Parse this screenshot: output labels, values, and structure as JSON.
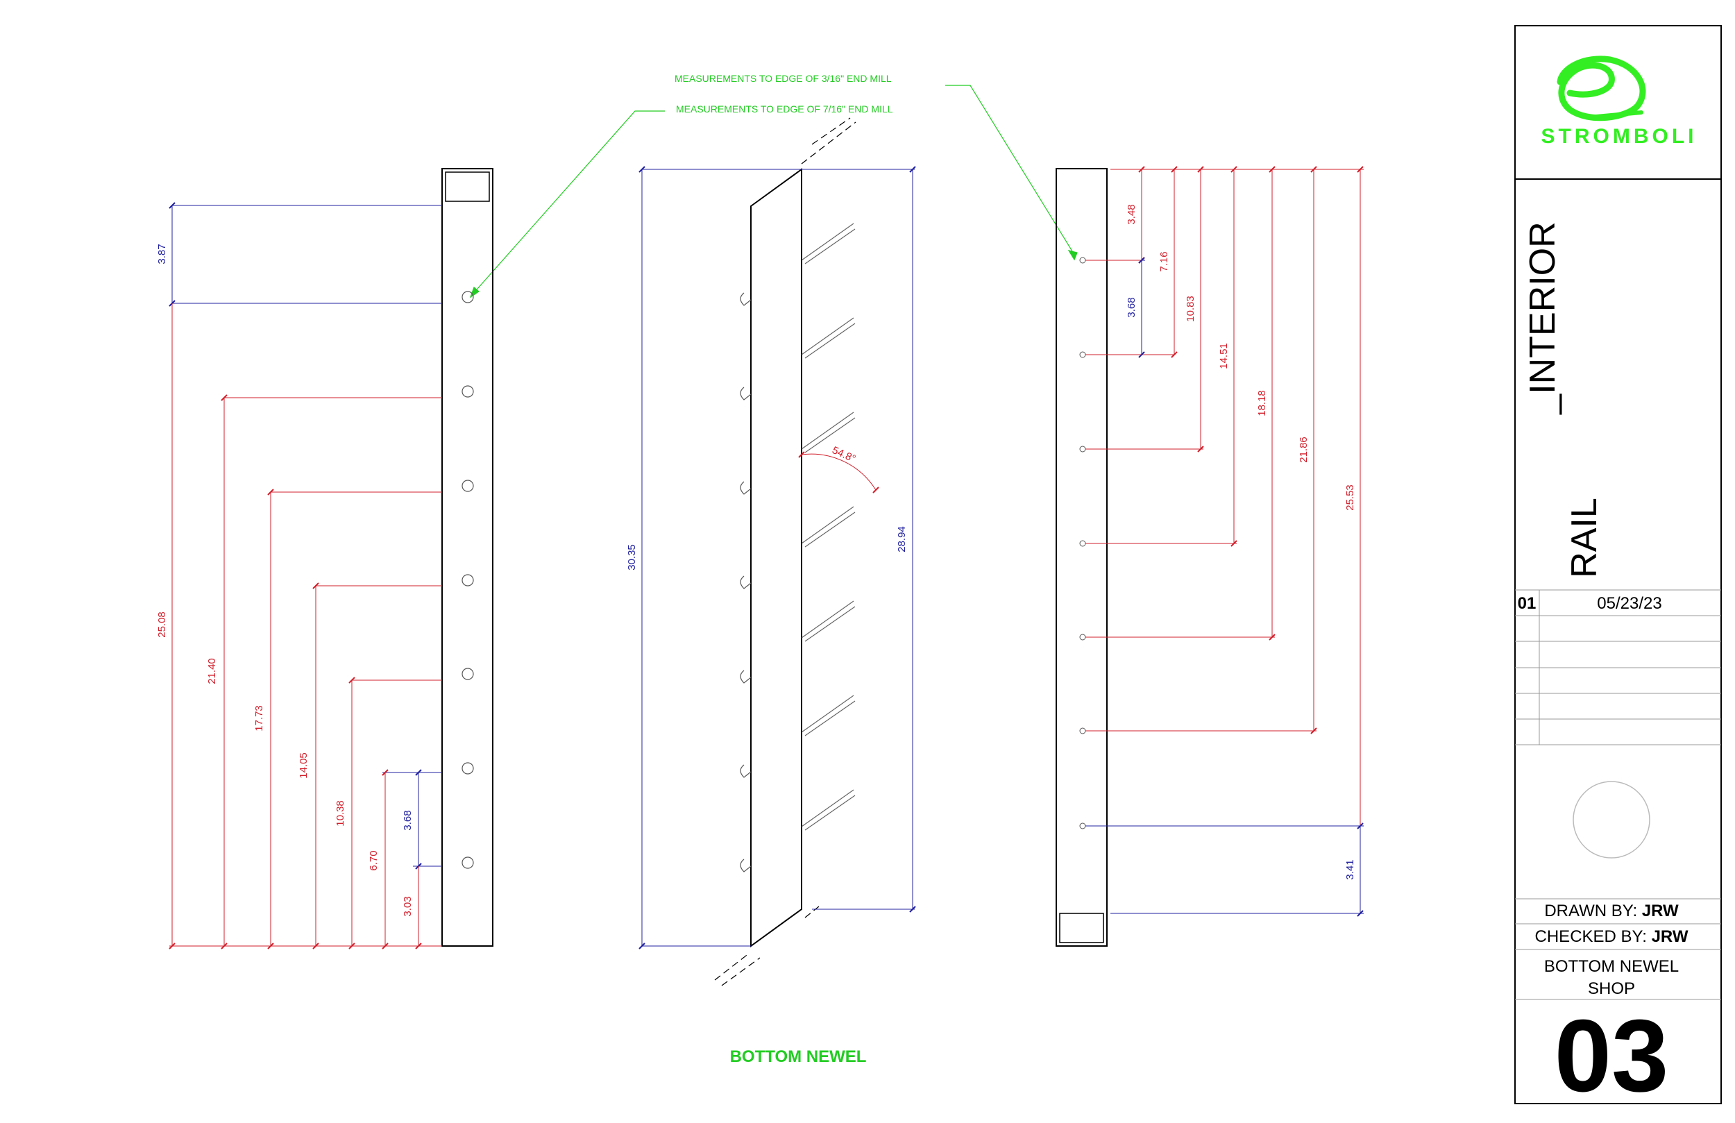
{
  "callouts": {
    "note_3_16": "MEASUREMENTS TO EDGE OF 3/16\" END MILL",
    "note_7_16": "MEASUREMENTS TO EDGE OF 7/16\" END MILL"
  },
  "drawing_label": "BOTTOM NEWEL",
  "left_view": {
    "dims": [
      "3.87",
      "25.08",
      "21.40",
      "17.73",
      "14.05",
      "10.38",
      "6.70",
      "3.68",
      "3.03"
    ]
  },
  "middle_view": {
    "dims": [
      "30.35",
      "28.94"
    ],
    "angle": "54.8°"
  },
  "right_view": {
    "dims": [
      "3.48",
      "7.16",
      "3.68",
      "10.83",
      "14.51",
      "18.18",
      "21.86",
      "25.53",
      "3.41"
    ]
  },
  "title_block": {
    "logo_text": "STROMBOLI",
    "project": "_INTERIOR",
    "subject": "RAIL",
    "revision_no": "01",
    "revision_date": "05/23/23",
    "drawn_by_label": "DRAWN BY:",
    "drawn_by": "JRW",
    "checked_by_label": "CHECKED BY:",
    "checked_by": "JRW",
    "sheet_title_1": "BOTTOM NEWEL",
    "sheet_title_2": "SHOP",
    "sheet_number": "03"
  },
  "colors": {
    "red_dimension": "#d21f2b",
    "blue_dimension": "#2020a0",
    "green_annotation": "#22cc22",
    "linework": "#000000"
  }
}
